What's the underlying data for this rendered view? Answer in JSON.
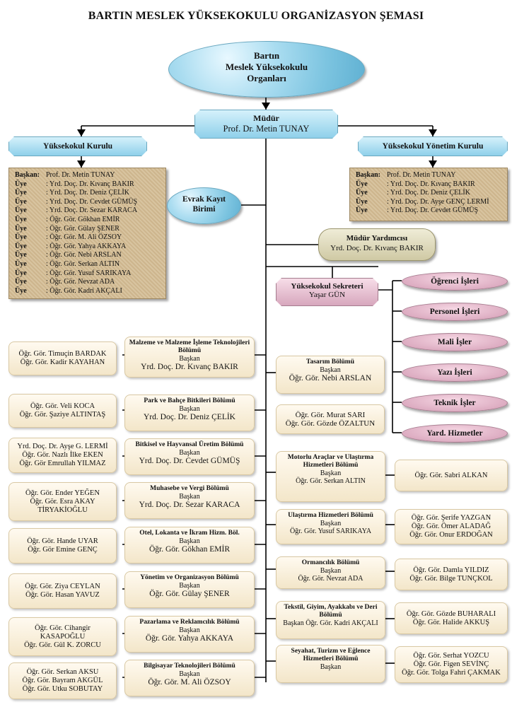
{
  "title": "BARTIN MESLEK YÜKSEKOKULU ORGANİZASYON ŞEMASI",
  "top": {
    "l1": "Bartın",
    "l2": "Meslek Yüksekokulu",
    "l3": "Organları"
  },
  "mudur": {
    "title": "Müdür",
    "name": "Prof. Dr. Metin TUNAY"
  },
  "kurul": "Yüksekokul Kurulu",
  "yonetim": "Yüksekokul Yönetim Kurulu",
  "kurul_members": [
    {
      "k": "Başkan:",
      "v": "Prof. Dr. Metin TUNAY"
    },
    {
      "k": "Üye",
      "v": ": Yrd. Doç. Dr. Kıvanç BAKIR"
    },
    {
      "k": "Üye",
      "v": ": Yrd. Doç. Dr. Deniz ÇELİK"
    },
    {
      "k": "Üye",
      "v": ": Yrd. Doç. Dr. Cevdet GÜMÜŞ"
    },
    {
      "k": "Üye",
      "v": ": Yrd. Doç. Dr. Sezar KARACA"
    },
    {
      "k": "Üye",
      "v": ": Öğr. Gör. Gökhan EMİR"
    },
    {
      "k": "Üye",
      "v": ": Öğr. Gör. Gülay ŞENER"
    },
    {
      "k": "Üye",
      "v": ": Öğr. Gör. M. Ali ÖZSOY"
    },
    {
      "k": "Üye",
      "v": ": Öğr. Gör. Yahya AKKAYA"
    },
    {
      "k": "Üye",
      "v": ": Öğr. Gör. Nebi ARSLAN"
    },
    {
      "k": "Üye",
      "v": ": Öğr. Gör. Serkan ALTIN"
    },
    {
      "k": "Üye",
      "v": ": Öğr. Gör. Yusuf SARIKAYA"
    },
    {
      "k": "Üye",
      "v": ": Öğr. Gör. Nevzat ADA"
    },
    {
      "k": "Üye",
      "v": ": Öğr. Gör. Kadri AKÇALI"
    }
  ],
  "yonetim_members": [
    {
      "k": "Başkan:",
      "v": "Prof. Dr. Metin TUNAY"
    },
    {
      "k": "Üye",
      "v": ": Yrd. Doç. Dr. Kıvanç BAKIR"
    },
    {
      "k": "Üye",
      "v": ": Yrd. Doç. Dr. Deniz ÇELİK"
    },
    {
      "k": "Üye",
      "v": ": Yrd. Doç. Dr. Ayşe GENÇ LERMİ"
    },
    {
      "k": "Üye",
      "v": ": Yrd. Doç. Dr. Cevdet GÜMÜŞ"
    }
  ],
  "evrak": {
    "l1": "Evrak Kayıt",
    "l2": "Birimi"
  },
  "yardimci": {
    "title": "Müdür Yardımcısı",
    "name": "Yrd. Doç. Dr. Kıvanç BAKIR"
  },
  "sekreter": {
    "title": "Yüksekokul Sekreteri",
    "name": "Yaşar GÜN"
  },
  "services": [
    "Öğrenci İşleri",
    "Personel İşleri",
    "Mali İşler",
    "Yazı İşleri",
    "Teknik İşler",
    "Yard. Hizmetler"
  ],
  "left_depts": [
    {
      "name": "Malzeme ve Malzeme İşleme Teknolojileri Bölümü",
      "role": "Başkan",
      "head": "Yrd. Doç. Dr. Kıvanç BAKIR",
      "staff": [
        "Öğr. Gör. Timuçin BARDAK",
        "Öğr. Gör. Kadir KAYAHAN"
      ]
    },
    {
      "name": "Park ve Bahçe Bitkileri Bölümü",
      "role": "Başkan",
      "head": "Yrd. Doç. Dr. Deniz ÇELİK",
      "staff": [
        "Öğr. Gör. Veli KOCA",
        "Öğr. Gör. Şaziye ALTINTAŞ"
      ]
    },
    {
      "name": "Bitkisel ve Hayvansal Üretim Bölümü",
      "role": "Başkan",
      "head": "Yrd. Doç. Dr. Cevdet GÜMÜŞ",
      "staff": [
        "Yrd. Doç. Dr. Ayşe G. LERMİ",
        "Öğr. Gör. Nazlı İlke EKEN",
        "Öğr. Gör Emrullah YILMAZ"
      ]
    },
    {
      "name": "Muhasebe ve Vergi Bölümü",
      "role": "Başkan",
      "head": "Yrd. Doç. Dr. Sezar KARACA",
      "staff": [
        "Öğr. Gör. Ender YEĞEN",
        "Öğr. Gör. Esra AKAY",
        "TİRYAKİOĞLU"
      ]
    },
    {
      "name": "Otel, Lokanta ve İkram Hizm. Böl.",
      "role": "Başkan",
      "head": "Öğr. Gör. Gökhan EMİR",
      "staff": [
        "Öğr. Gör. Hande UYAR",
        "Öğr. Gör Emine GENÇ"
      ]
    },
    {
      "name": "Yönetim ve Organizasyon Bölümü",
      "role": "Başkan",
      "head": "Öğr. Gör. Gülay ŞENER",
      "staff": [
        "Öğr. Gör. Ziya CEYLAN",
        "Öğr. Gör. Hasan YAVUZ"
      ]
    },
    {
      "name": "Pazarlama ve Reklamcılık Bölümü",
      "role": "Başkan",
      "head": "Öğr. Gör. Yahya AKKAYA",
      "staff": [
        "Öğr. Gör. Cihangir",
        "KASAPOĞLU",
        "Öğr. Gör. Gül K. ZORCU"
      ]
    },
    {
      "name": "Bilgisayar Teknolojileri Bölümü",
      "role": "Başkan",
      "head": "Öğr. Gör. M. Ali ÖZSOY",
      "staff": [
        "Öğr. Gör. Serkan AKSU",
        "Öğr. Gör. Bayram AKGÜL",
        "Öğr. Gör. Utku SOBUTAY"
      ]
    }
  ],
  "tasarim": {
    "name": "Tasarım Bölümü",
    "role": "Başkan",
    "head": "Öğr. Gör. Nebi ARSLAN",
    "staff": [
      "Öğr. Gör.  Murat SARI",
      "Öğr. Gör. Gözde ÖZALTUN"
    ]
  },
  "right_depts": [
    {
      "name": "Motorlu Araçlar ve Ulaştırma Hizmetleri Bölümü",
      "role": "Başkan",
      "head": "Öğr. Gör. Serkan ALTIN",
      "staff": [
        "Öğr. Gör. Sabri ALKAN"
      ]
    },
    {
      "name": "Ulaştırma Hizmetleri Bölümü",
      "role": "Başkan",
      "head": "Öğr. Gör. Yusuf SARIKAYA",
      "staff": [
        "Öğr. Gör. Şerife YAZGAN",
        "Öğr. Gör. Ömer ALADAĞ",
        "Öğr. Gör. Onur ERDOĞAN"
      ]
    },
    {
      "name": "Ormancılık Bölümü",
      "role": "Başkan",
      "head": "Öğr. Gör. Nevzat ADA",
      "staff": [
        "Öğr. Gör. Damla YILDIZ",
        "Öğr. Gör. Bilge TUNÇKOL"
      ]
    },
    {
      "name": "Tekstil, Giyim, Ayakkabı ve Deri Bölümü",
      "role": "Başkan Öğr. Gör. Kadri AKÇALI",
      "head": "",
      "staff": [
        "Öğr. Gör. Gözde BUHARALI",
        "Öğr. Gör. Halide AKKUŞ"
      ]
    },
    {
      "name": "Seyahat, Turizm ve Eğlence Hizmetleri Bölümü",
      "role": "Başkan",
      "head": "",
      "staff": [
        "Öğr. Gör. Serhat YOZCU",
        "Öğr. Gör. Figen SEVİNÇ",
        "Öğr. Gör. Tolga Fahri ÇAKMAK"
      ]
    }
  ]
}
